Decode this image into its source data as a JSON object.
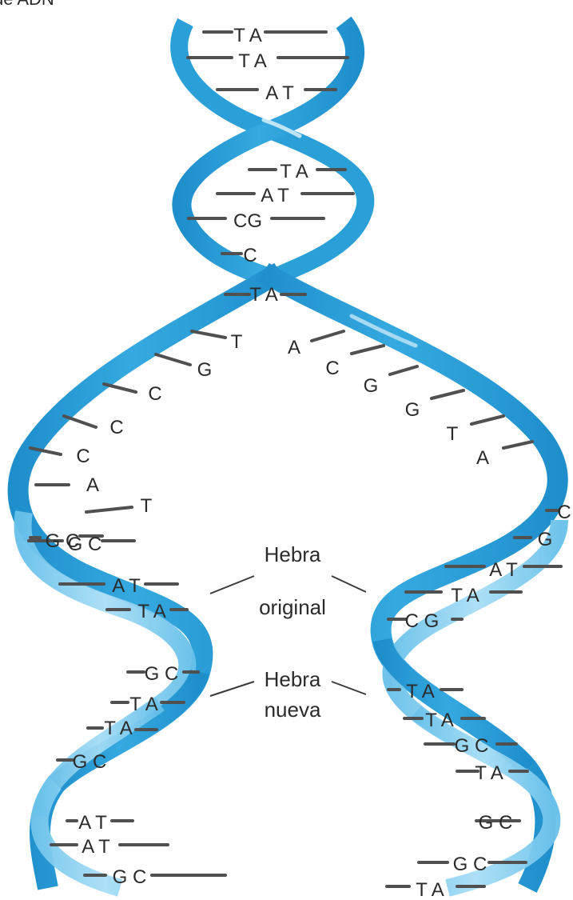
{
  "title": "de ADN",
  "colors": {
    "original": "#2a9fd8",
    "new": "#7fcdef",
    "rung": "#505050",
    "text": "#2b2b2b"
  },
  "labels": {
    "hebra_original": [
      "Hebra",
      "original"
    ],
    "hebra_nueva": [
      "Hebra",
      "nueva"
    ]
  },
  "bases": {
    "top": [
      "T A",
      "T A",
      "A T",
      "T A",
      "A T",
      "CG",
      "C"
    ],
    "fork_left": [
      "T A",
      "T",
      "G",
      "C",
      "C",
      "C",
      "A",
      "T"
    ],
    "fork_right": [
      "A",
      "C",
      "G",
      "G",
      "T",
      "A"
    ],
    "lower_left": [
      "G C",
      "G C",
      "A T",
      "T A",
      "G C",
      "T A",
      "T A",
      "G C",
      "A T",
      "A T",
      "G C"
    ],
    "lower_right": [
      "C",
      "G",
      "A T",
      "T A",
      "C G",
      "T A",
      "T A",
      "G C",
      "T A",
      "G C",
      "G C",
      "T A"
    ]
  }
}
